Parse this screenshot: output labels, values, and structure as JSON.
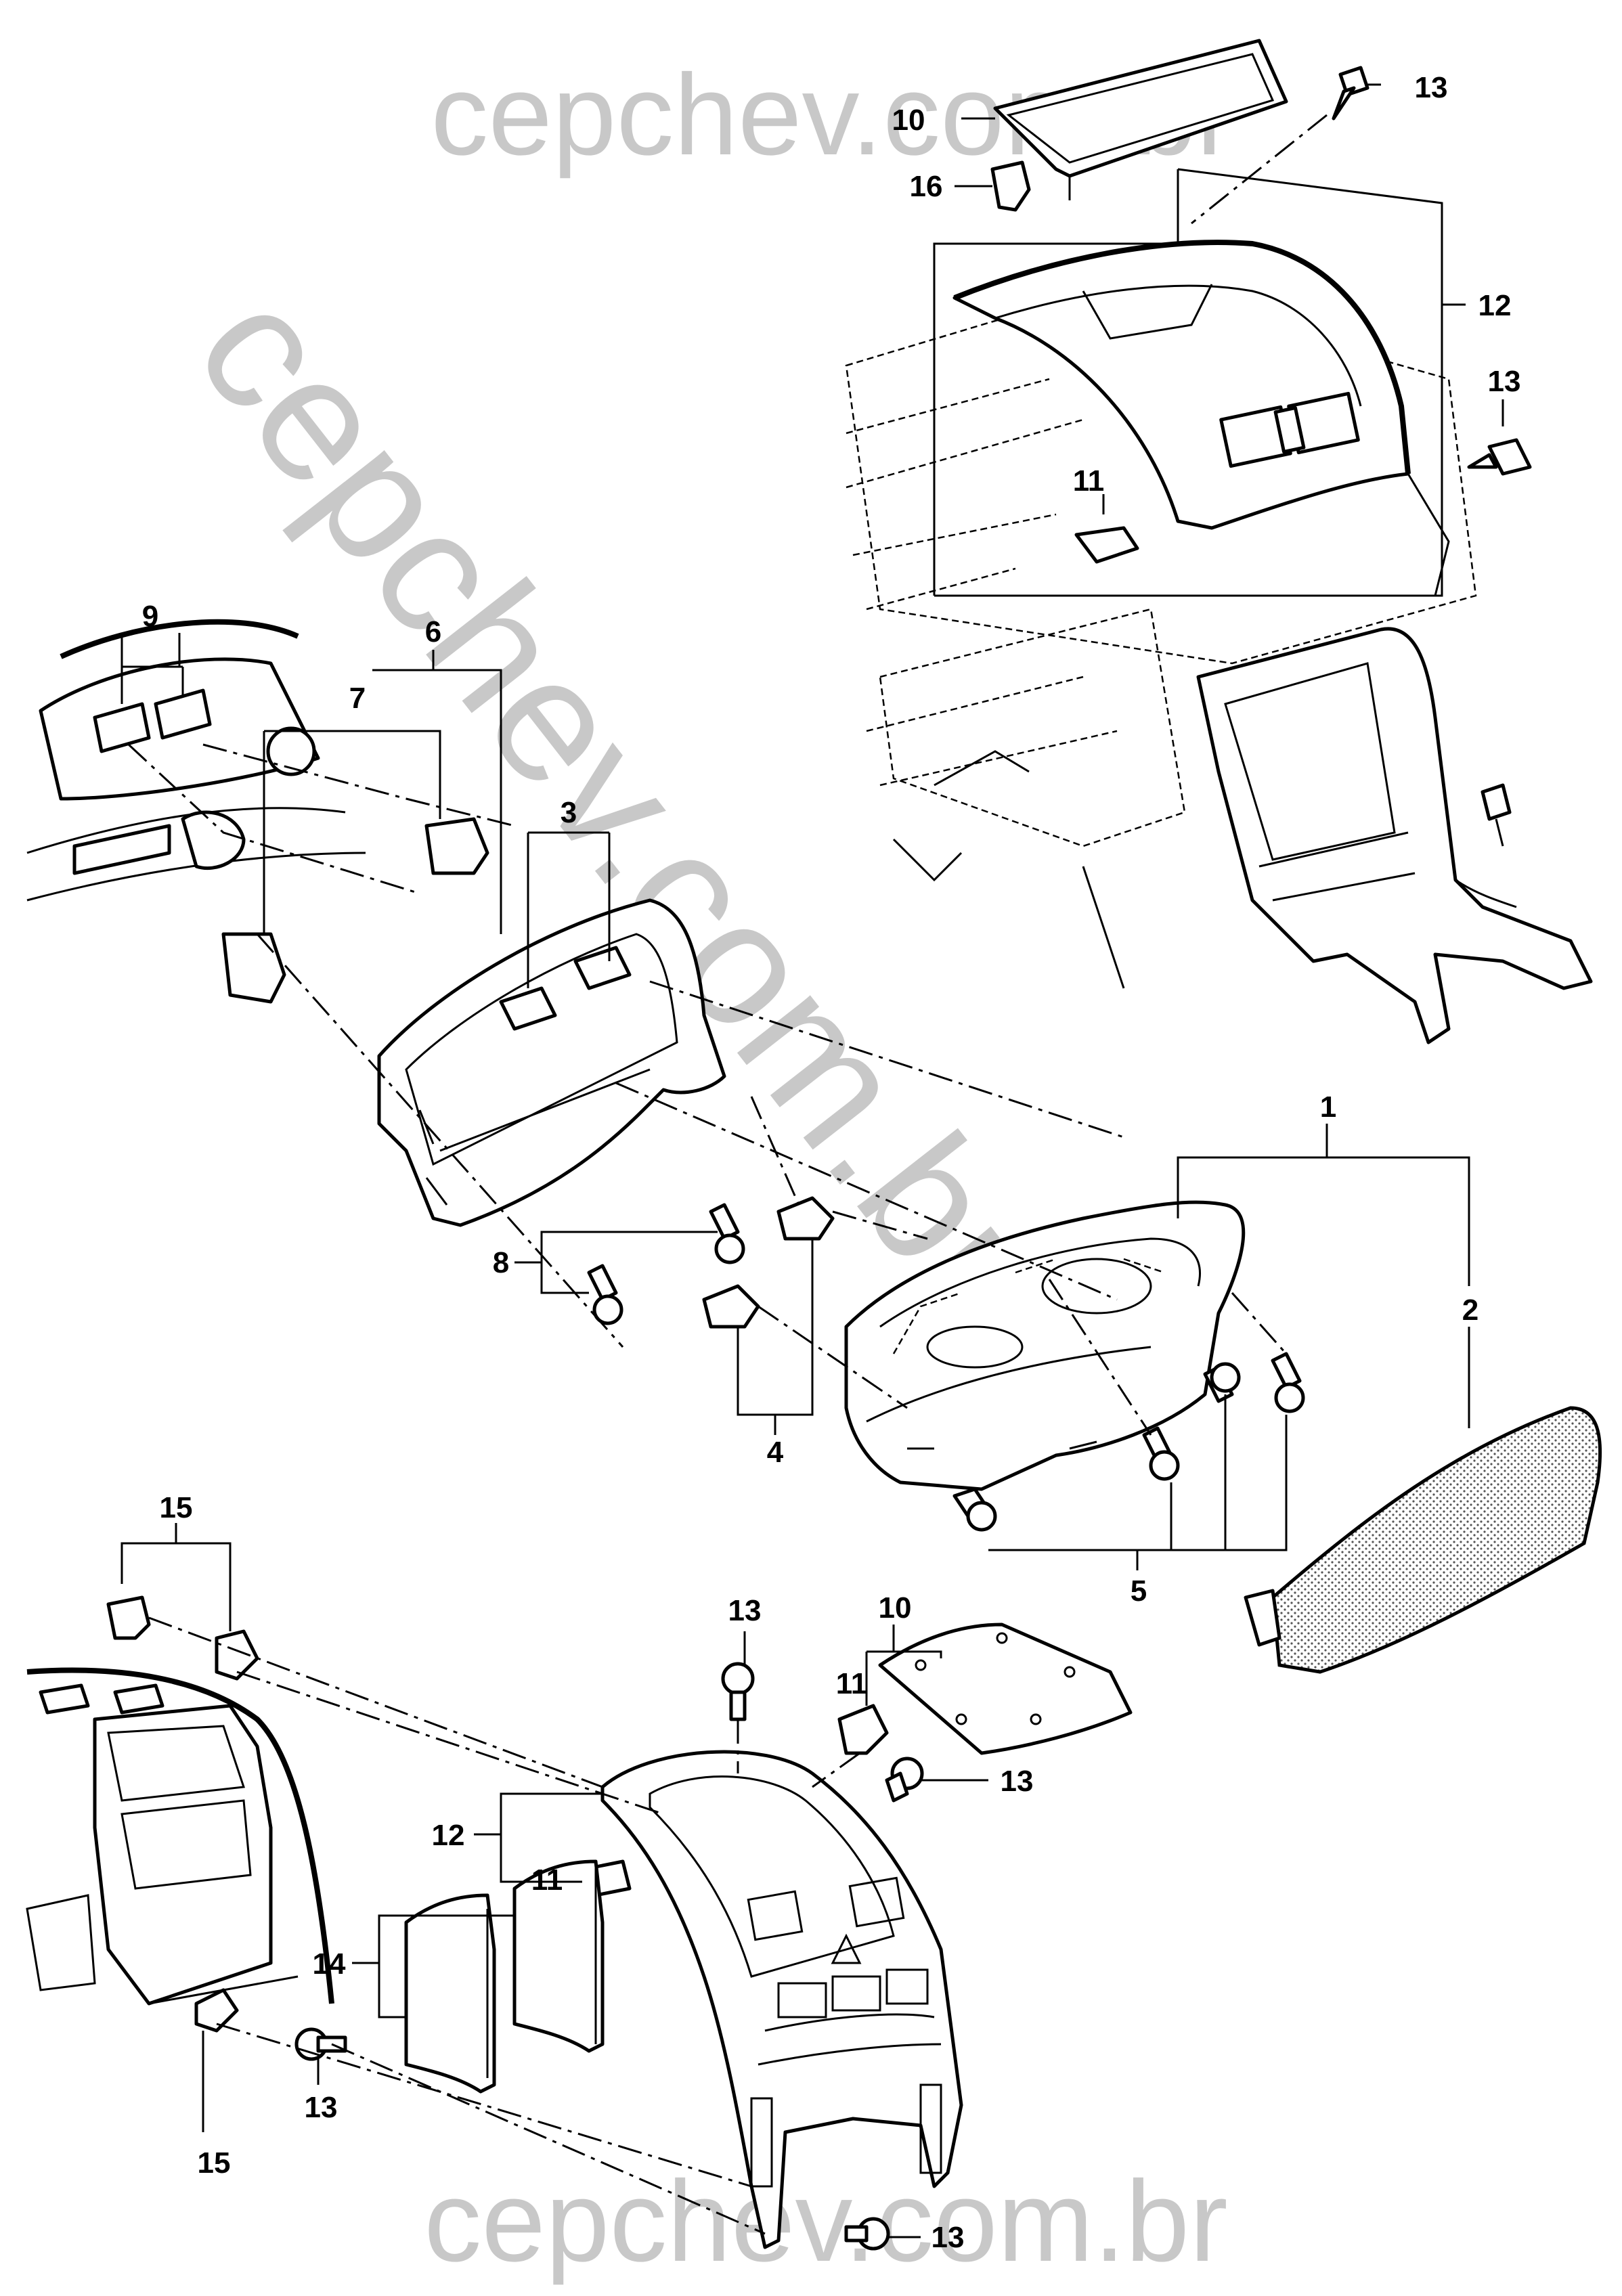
{
  "watermark": {
    "text": "cepchev.com.br",
    "color": "#c8c8c8"
  },
  "callouts": [
    {
      "id": "c1",
      "text": "1"
    },
    {
      "id": "c2",
      "text": "2"
    },
    {
      "id": "c3",
      "text": "3"
    },
    {
      "id": "c4",
      "text": "4"
    },
    {
      "id": "c5",
      "text": "5"
    },
    {
      "id": "c6",
      "text": "6"
    },
    {
      "id": "c7",
      "text": "7"
    },
    {
      "id": "c8",
      "text": "8"
    },
    {
      "id": "c9",
      "text": "9"
    },
    {
      "id": "c10a",
      "text": "10"
    },
    {
      "id": "c10b",
      "text": "10"
    },
    {
      "id": "c11a",
      "text": "11"
    },
    {
      "id": "c11b",
      "text": "11"
    },
    {
      "id": "c11c",
      "text": "11"
    },
    {
      "id": "c12a",
      "text": "12"
    },
    {
      "id": "c12b",
      "text": "12"
    },
    {
      "id": "c13a",
      "text": "13"
    },
    {
      "id": "c13b",
      "text": "13"
    },
    {
      "id": "c13c",
      "text": "13"
    },
    {
      "id": "c13d",
      "text": "13"
    },
    {
      "id": "c13e",
      "text": "13"
    },
    {
      "id": "c14",
      "text": "14"
    },
    {
      "id": "c15a",
      "text": "15"
    },
    {
      "id": "c15b",
      "text": "15"
    },
    {
      "id": "c16",
      "text": "16"
    }
  ]
}
